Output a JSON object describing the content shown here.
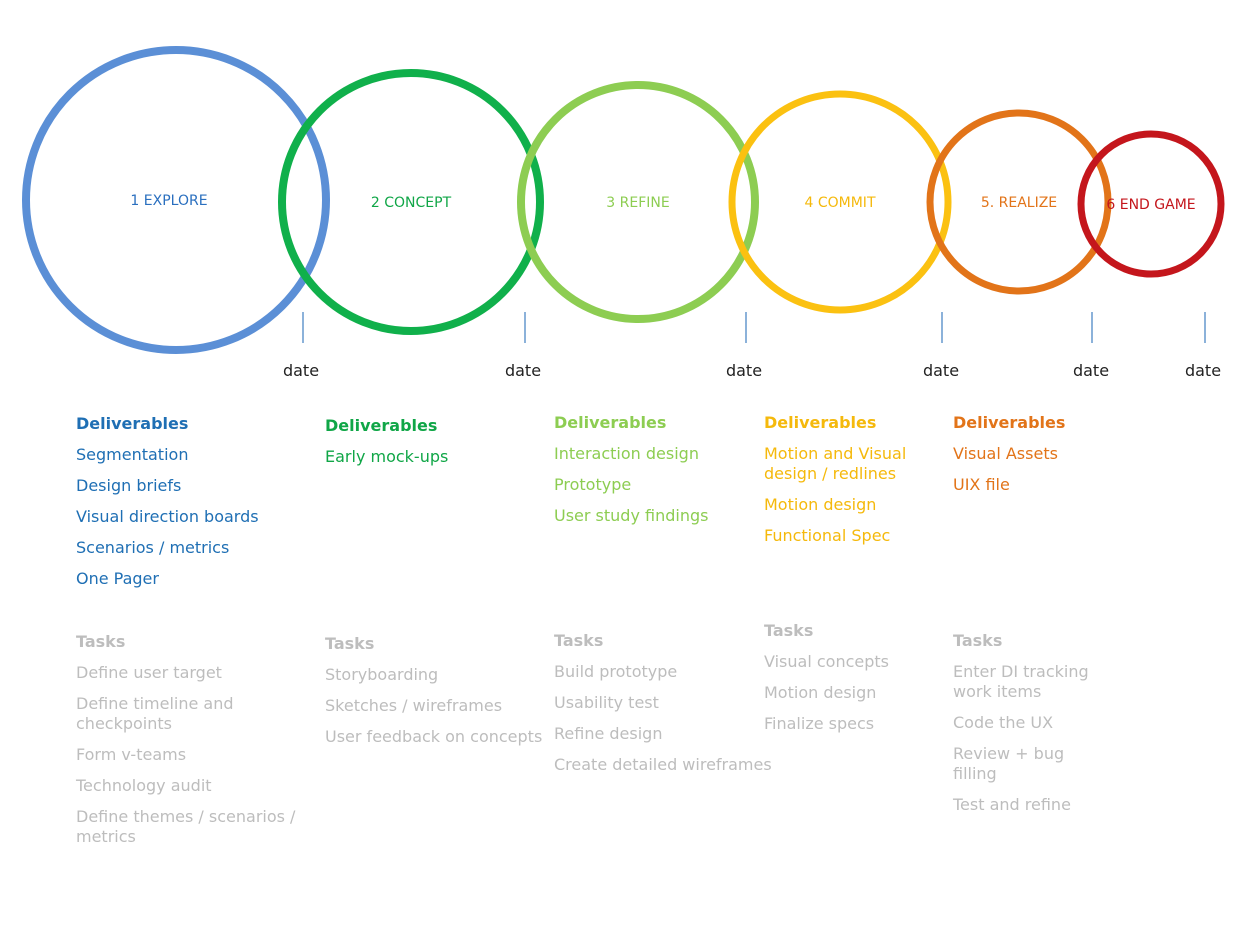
{
  "stages": [
    {
      "label": "1 EXPLORE",
      "color": "#5b8fd6",
      "text_color": "#2a6fbf"
    },
    {
      "label": "2 CONCEPT",
      "color": "#10b04b",
      "text_color": "#10a647"
    },
    {
      "label": "3 REFINE",
      "color": "#8dcd52",
      "text_color": "#8dcd52"
    },
    {
      "label": "4 COMMIT",
      "color": "#fbc111",
      "text_color": "#f5b90c"
    },
    {
      "label": "5. REALIZE",
      "color": "#e27419",
      "text_color": "#e27419"
    },
    {
      "label": "6 END GAME",
      "color": "#c4161c",
      "text_color": "#c4161c"
    }
  ],
  "dates": [
    "date",
    "date",
    "date",
    "date",
    "date",
    "date"
  ],
  "deliverables": [
    {
      "heading": "Deliverables",
      "color": "#1f6fb4",
      "items": [
        "Segmentation",
        "Design briefs",
        "Visual direction boards",
        "Scenarios / metrics",
        "One Pager"
      ]
    },
    {
      "heading": "Deliverables",
      "color": "#10a647",
      "items": [
        "Early mock-ups"
      ]
    },
    {
      "heading": "Deliverables",
      "color": "#8dcd52",
      "items": [
        "Interaction design",
        "Prototype",
        "User study findings"
      ]
    },
    {
      "heading": "Deliverables",
      "color": "#f5b90c",
      "items": [
        "Motion and Visual\ndesign / redlines",
        "Motion design",
        "Functional Spec"
      ]
    },
    {
      "heading": "Deliverables",
      "color": "#e27419",
      "items": [
        "Visual Assets",
        "UIX file"
      ]
    }
  ],
  "tasks": [
    {
      "heading": "Tasks",
      "items": [
        "Define user target",
        "Define timeline and\ncheckpoints",
        "Form v-teams",
        "Technology audit",
        "Define themes / scenarios /\nmetrics"
      ]
    },
    {
      "heading": "Tasks",
      "items": [
        "Storyboarding",
        "Sketches / wireframes",
        "User feedback on concepts"
      ]
    },
    {
      "heading": "Tasks",
      "items": [
        "Build prototype",
        "Usability test",
        "Refine design",
        "Create detailed wireframes"
      ]
    },
    {
      "heading": "Tasks",
      "items": [
        "Visual concepts",
        "Motion design",
        "Finalize specs"
      ]
    },
    {
      "heading": "Tasks",
      "items": [
        "Enter DI tracking\nwork items",
        "Code the UX",
        "Review + bug\nfilling",
        "Test and refine"
      ]
    }
  ],
  "tick_color": "#3f7fc2",
  "date_color": "#222222"
}
